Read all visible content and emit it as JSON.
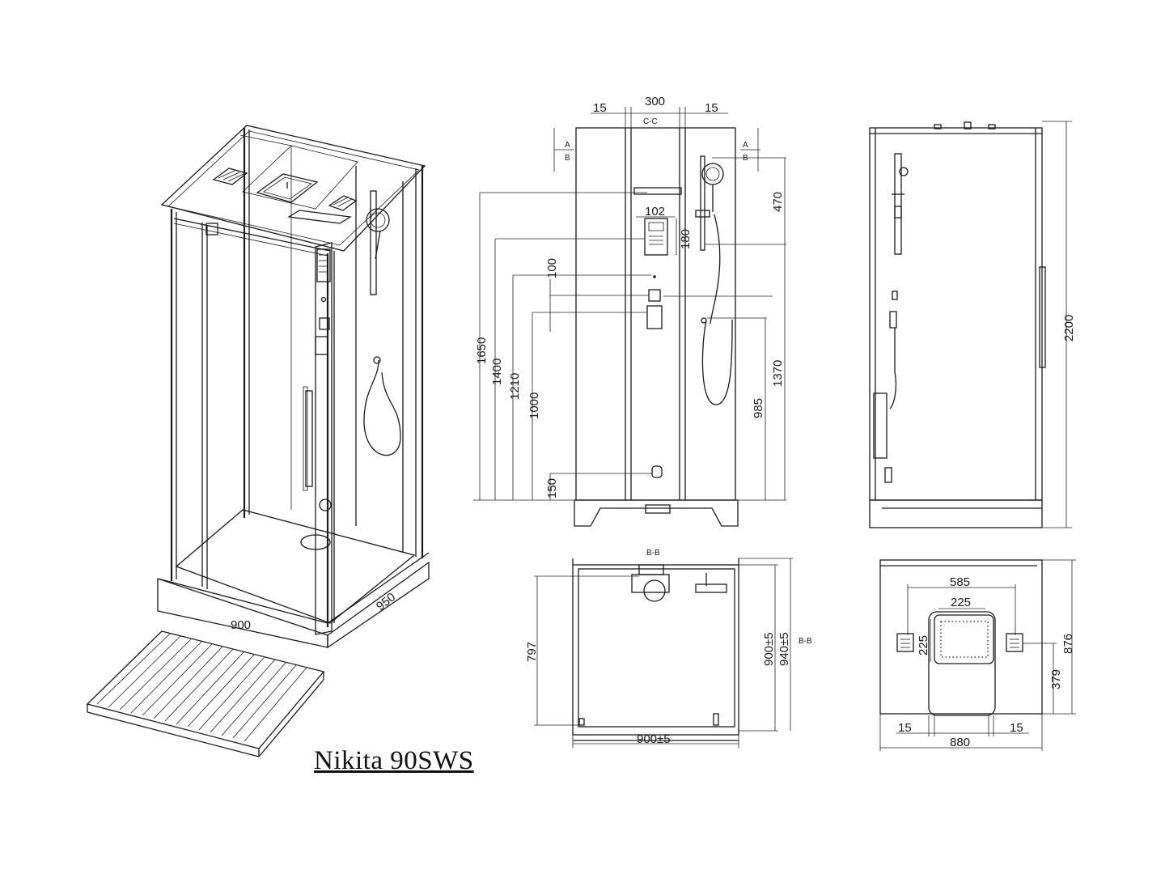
{
  "title": "Nikita 90SWS",
  "iso_view": {
    "width_label": "900",
    "depth_label": "950"
  },
  "front_view": {
    "top_dims": [
      "15",
      "300",
      "15"
    ],
    "section_cc": "C-C",
    "section_a": "A",
    "section_b": "B",
    "panel_width": "102",
    "panel_height": "180",
    "left_dims": [
      "1650",
      "1400",
      "1210",
      "1000",
      "100",
      "150"
    ],
    "right_dims": [
      "470",
      "1370",
      "985"
    ]
  },
  "side_view": {
    "height": "2200"
  },
  "plan_left": {
    "section": "B-B",
    "left_dim": "797",
    "right_dims": [
      "900±5",
      "940±5"
    ],
    "bottom_dim": "900±5",
    "side_label": "B-B"
  },
  "plan_right": {
    "top_dim": "585",
    "head_width": "225",
    "head_height": "225",
    "right_dims": [
      "876",
      "379"
    ],
    "bottom_dims": [
      "15",
      "15"
    ],
    "bottom_total": "880"
  }
}
